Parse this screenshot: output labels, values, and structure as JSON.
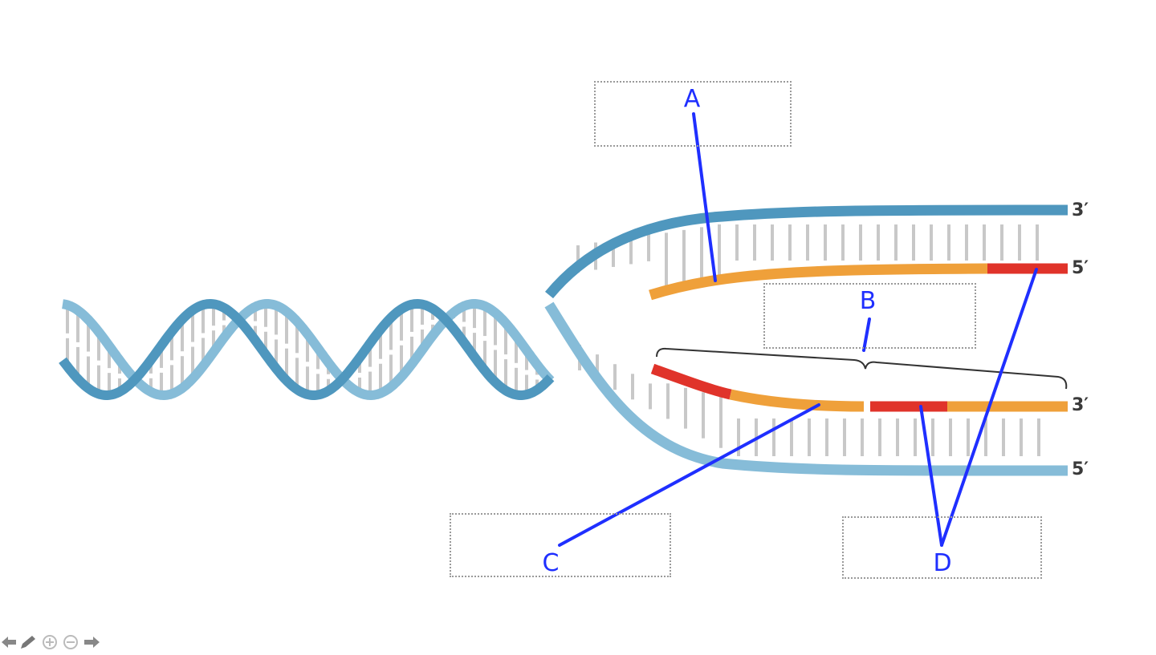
{
  "diagram": {
    "labels": [
      "A",
      "B",
      "C",
      "D"
    ],
    "end_labels": {
      "top_strand_right": "3′",
      "top_new_strand_right": "5′",
      "bottom_new_strand_right": "3′",
      "bottom_strand_right": "5′"
    }
  },
  "colors": {
    "parent_strand_dark": "#4f97be",
    "parent_strand_light": "#86bcd8",
    "new_strand": "#efa03a",
    "primer": "#e0332a",
    "base_pairs": "#c8c8c8",
    "pointer": "#1f2fff",
    "bracket": "#333333"
  },
  "toolbar": {
    "icons": [
      "back-arrow-icon",
      "pencil-icon",
      "zoom-in-icon",
      "zoom-out-icon",
      "forward-arrow-icon"
    ]
  }
}
